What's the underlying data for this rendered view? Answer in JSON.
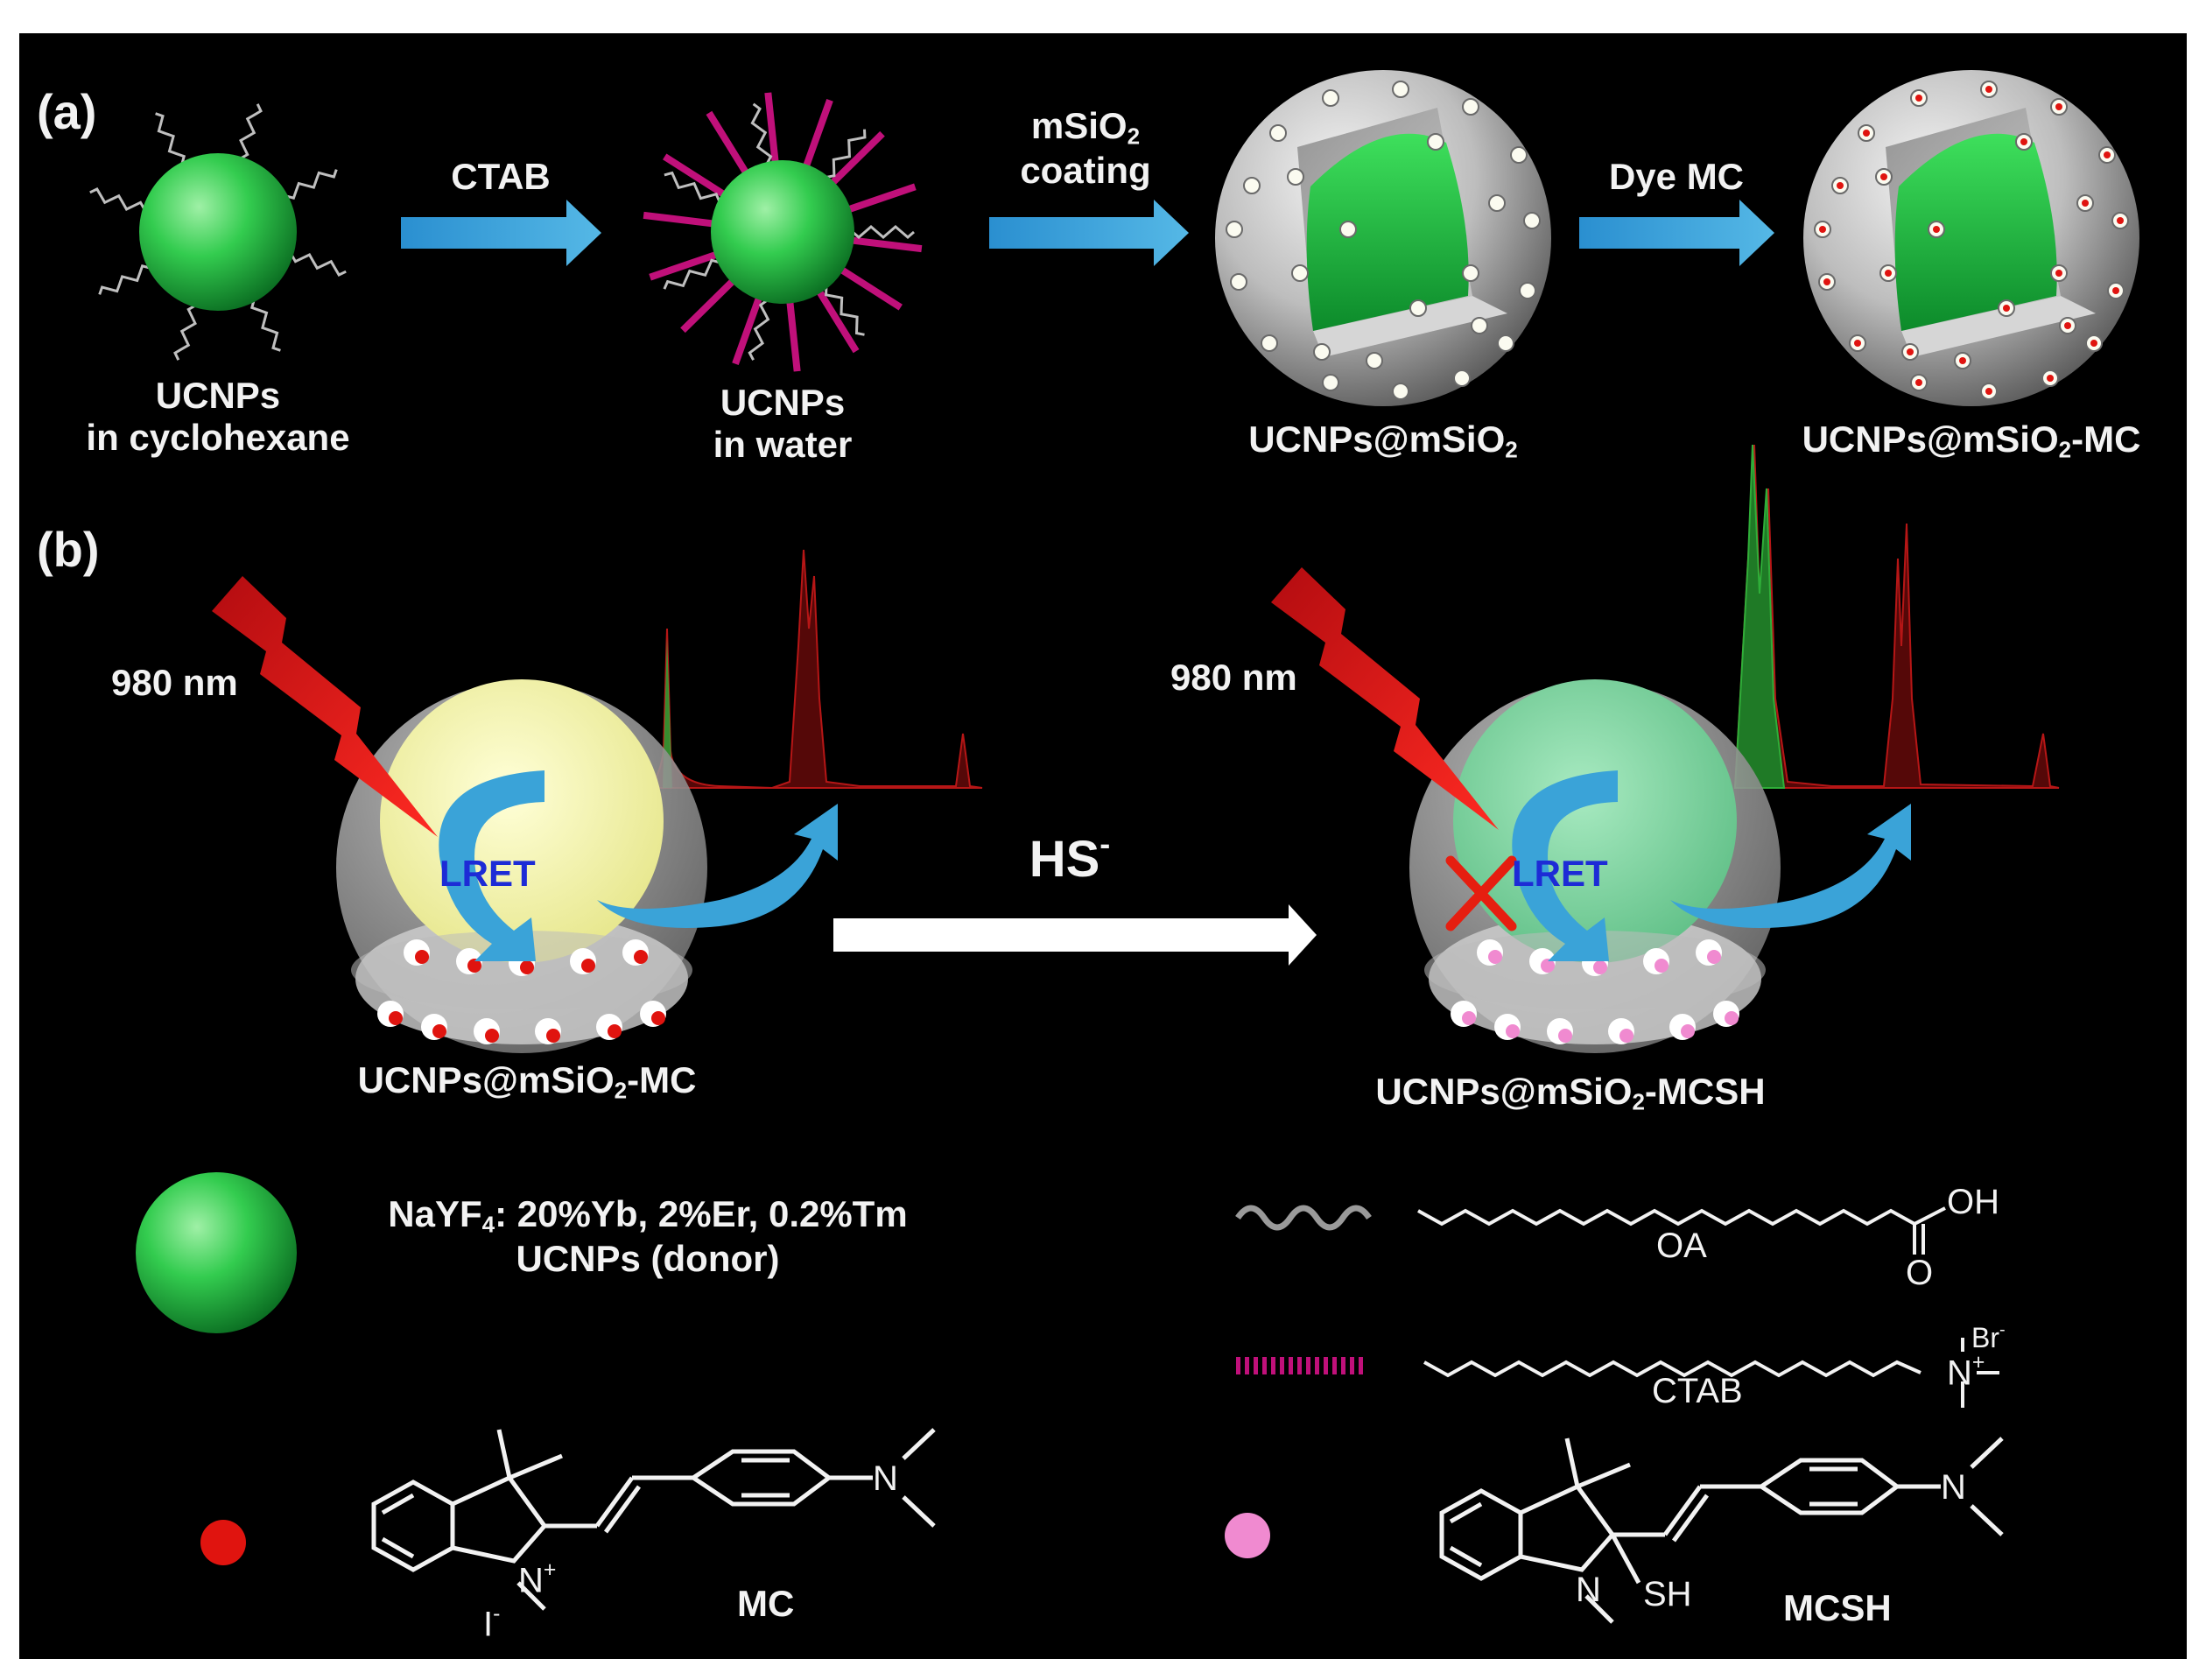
{
  "panel_a": {
    "tag": "(a)",
    "step1": {
      "line1": "UCNPs",
      "line2": "in cyclohexane"
    },
    "arrow1": "CTAB",
    "step2": {
      "line1": "UCNPs",
      "line2": "in water"
    },
    "arrow2": {
      "line1_main": "mSiO",
      "line1_sub": "2",
      "line2": "coating"
    },
    "step3": {
      "main": "UCNPs@mSiO",
      "sub": "2"
    },
    "arrow3": "Dye MC",
    "step4": {
      "main": "UCNPs@mSiO",
      "sub": "2",
      "suffix": "-MC"
    }
  },
  "panel_b": {
    "tag": "(b)",
    "left": {
      "laser": "980 nm",
      "transfer": "LRET",
      "label_main": "UCNPs@mSiO",
      "label_sub": "2",
      "label_suffix": "-MC"
    },
    "reaction": {
      "main": "HS",
      "sup": "-"
    },
    "right": {
      "laser": "980 nm",
      "transfer": "LRET",
      "label_main": "UCNPs@mSiO",
      "label_sub": "2",
      "label_suffix": "-MCSH"
    }
  },
  "legend": {
    "ucnp": {
      "line1_pre": "NaYF",
      "line1_sub": "4",
      "line1_post": ": 20%Yb, 2%Er, 0.2%Tm",
      "line2": "UCNPs (donor)"
    },
    "oa": {
      "name": "OA",
      "oh": "OH",
      "o": "O"
    },
    "ctab": {
      "name": "CTAB",
      "n": "N",
      "br": "Br",
      "plus": "+",
      "minus": "-"
    },
    "mc": {
      "name": "MC",
      "n": "N",
      "iodide": "I",
      "iodide_charge": "-",
      "plus": "+",
      "n2": "N"
    },
    "mcsh": {
      "name": "MCSH",
      "n": "N",
      "sh": "SH",
      "n2": "N"
    }
  },
  "colors": {
    "background": "#000000",
    "ucnp_green": "#2dc84a",
    "arrow_blue": "#3aa3d8",
    "ctab_magenta": "#c0107a",
    "laser_red": "#e0141a",
    "mc_dot": "#e0140f",
    "mcsh_dot": "#f08ad0",
    "lret_text": "#1d2bd6",
    "cross_red": "#e61e10",
    "spectrum_green": "#2fae39",
    "spectrum_red": "#c01818"
  }
}
